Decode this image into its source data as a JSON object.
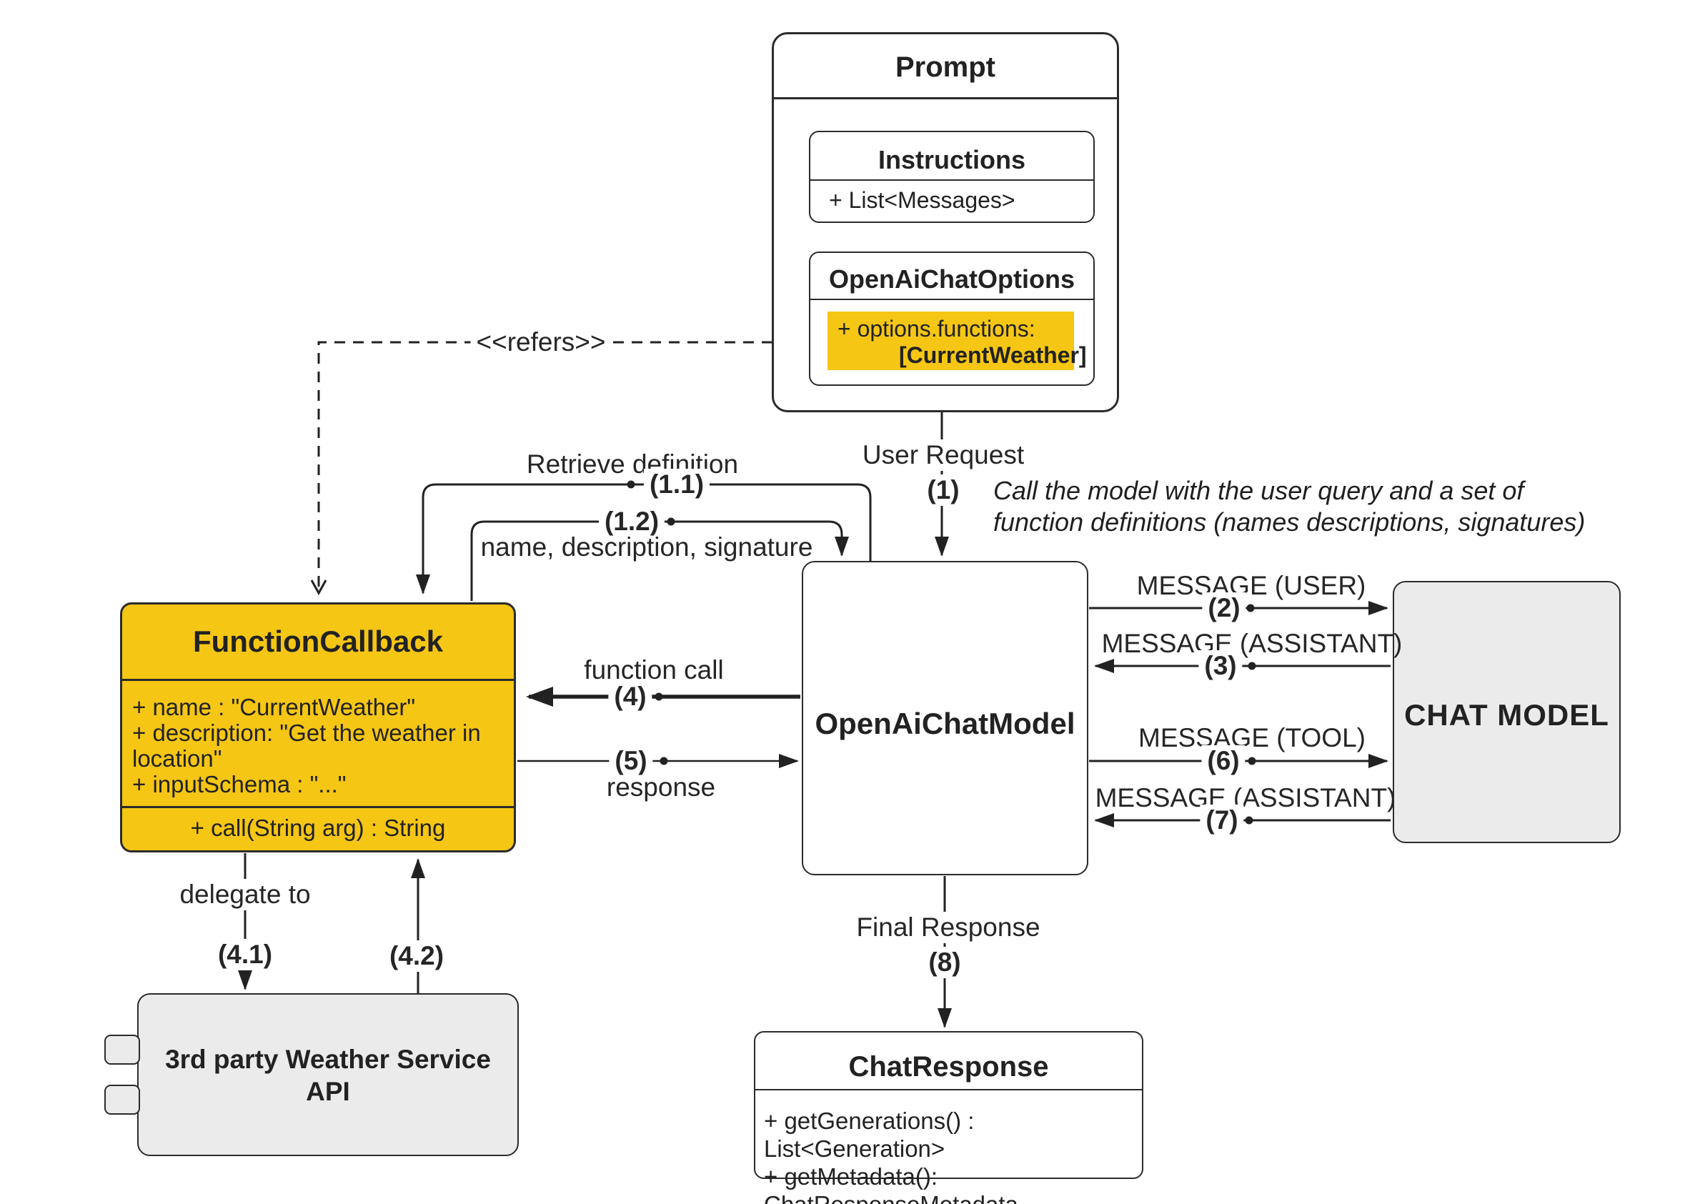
{
  "diagram": {
    "prompt": {
      "title": "Prompt",
      "instructions": {
        "title": "Instructions",
        "attribute": "+ List<Messages>"
      },
      "options": {
        "title": "OpenAiChatOptions",
        "highlight_line1": "+ options.functions:",
        "highlight_line2": "[CurrentWeather]"
      }
    },
    "function_callback": {
      "title": "FunctionCallback",
      "attrs": [
        "+ name : \"CurrentWeather\"",
        "+ description: \"Get the weather in location\"",
        "+ inputSchema : \"...\""
      ],
      "method": "+ call(String arg) : String"
    },
    "open_ai_chat_model": {
      "title": "OpenAiChatModel"
    },
    "chat_model": {
      "title": "CHAT MODEL"
    },
    "weather_api": {
      "line1": "3rd party Weather Service",
      "line2": "API"
    },
    "chat_response": {
      "title": "ChatResponse",
      "methods": [
        "+ getGenerations() : List<Generation>",
        "+ getMetadata(): ChatResponseMetadata"
      ]
    },
    "edges": {
      "refers": {
        "label": "<<refers>>"
      },
      "user_request": {
        "label": "User Request",
        "num": "(1)"
      },
      "retrieve_definition": {
        "label": "Retrieve definition",
        "num": "(1.1)"
      },
      "definition_return": {
        "label": "name, description, signature",
        "num": "(1.2)"
      },
      "message_user": {
        "label": "MESSAGE (USER)",
        "num": "(2)"
      },
      "message_assistant_3": {
        "label": "MESSAGE (ASSISTANT)",
        "num": "(3)"
      },
      "function_call": {
        "label": "function call",
        "num": "(4)"
      },
      "response": {
        "label": "response",
        "num": "(5)"
      },
      "message_tool": {
        "label": "MESSAGE (TOOL)",
        "num": "(6)"
      },
      "message_assistant_7": {
        "label": "MESSAGE (ASSISTANT)",
        "num": "(7)"
      },
      "delegate_to": {
        "label": "delegate to",
        "num": "(4.1)"
      },
      "delegate_return": {
        "num": "(4.2)"
      },
      "final_response": {
        "label": "Final Response",
        "num": "(8)"
      }
    },
    "annotation": {
      "line1": "Call the model with the user query and a set of",
      "line2": "function definitions (names descriptions, signatures)"
    },
    "colors": {
      "accent_yellow": "#F5C614",
      "component_gray": "#EBEBEB",
      "line": "#222222"
    }
  }
}
